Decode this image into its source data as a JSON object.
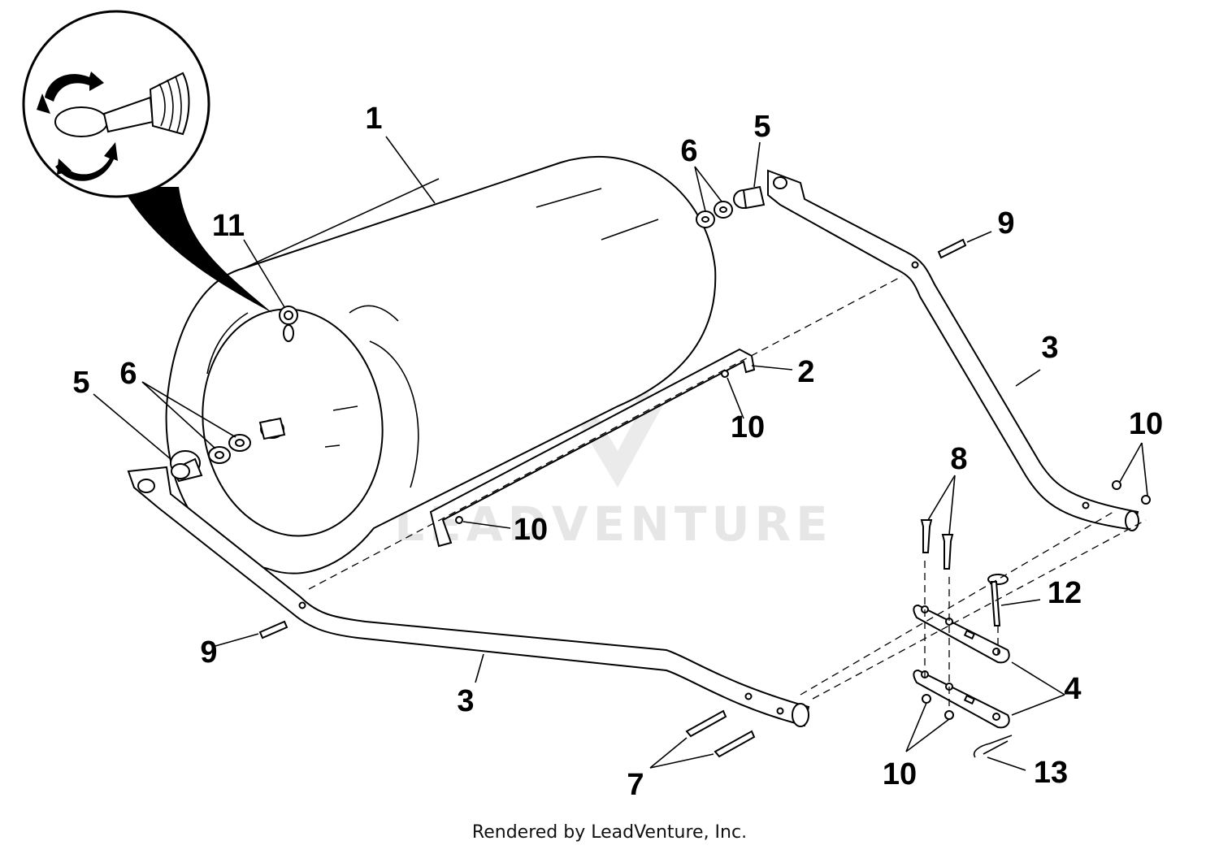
{
  "watermark": {
    "text": "LEADVENTURE"
  },
  "footer": {
    "text": "Rendered by LeadVenture, Inc."
  },
  "callouts": {
    "drum": "1",
    "drawbar": "2",
    "handle_left": "3",
    "handle_right": "3",
    "hitch_plate": "4",
    "bearing_left": "5",
    "bearing_right": "5",
    "washer_left": "6",
    "washer_right": "6",
    "bolt_front": "7",
    "bolt_hitch": "8",
    "bolt_left": "9",
    "bolt_right": "9",
    "nut_drawbar_right": "10",
    "nut_drawbar_left": "10",
    "nut_handle_right": "10",
    "nut_hitch": "10",
    "fill_plug": "11",
    "hitch_pin": "12",
    "hairpin_clip": "13"
  }
}
